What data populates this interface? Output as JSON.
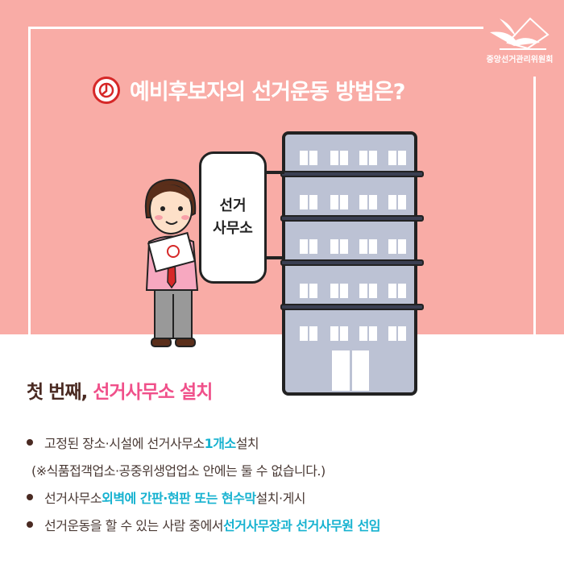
{
  "org": {
    "name": "중앙선거관리위원회"
  },
  "title": "예비후보자의 선거운동 방법은?",
  "sign": {
    "line1": "선거",
    "line2": "사무소"
  },
  "heading": {
    "prefix": "첫 번째,",
    "highlight": "선거사무소 설치"
  },
  "items": [
    {
      "pre": "고정된 장소·시설에 선거사무소 ",
      "hl": "1개소",
      "post": " 설치"
    },
    {
      "note": "(※식품접객업소·공중위생업업소  안에는 둘 수 없습니다.)"
    },
    {
      "pre": "선거사무소 ",
      "hl": "외벽에 간판·현판 또는 현수막",
      "post": " 설치·게시"
    },
    {
      "pre": "선거운동을 할 수 있는 사람 중에서 ",
      "hl": "선거사무장과 선거사무원 선임",
      "post": ""
    }
  ],
  "colors": {
    "background": "#f9aca6",
    "accent_pink": "#f0508a",
    "accent_cyan": "#16b2d0"
  }
}
